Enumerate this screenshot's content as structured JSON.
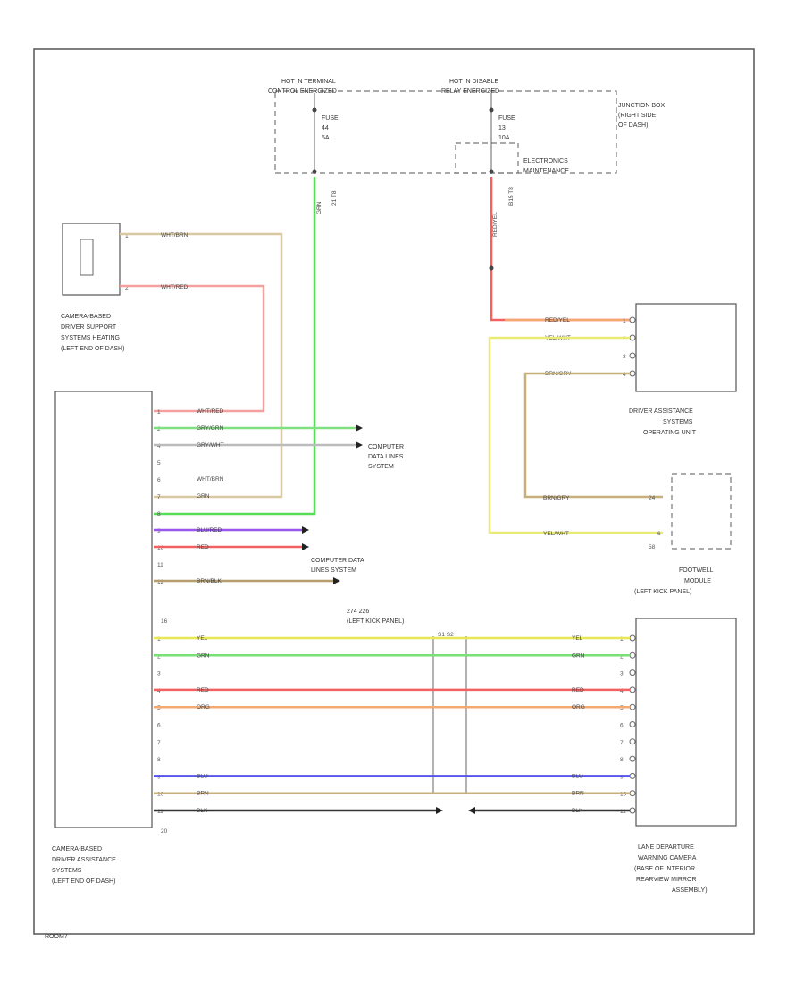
{
  "diagram": {
    "corner_code": "ROOM7",
    "hot_terminal": [
      "HOT IN TERMINAL",
      "CONTROL ENERGIZED"
    ],
    "hot_relay": [
      "HOT IN DISABLE",
      "RELAY ENERGIZED"
    ],
    "fuse_left": [
      "FUSE",
      "44",
      "5A"
    ],
    "fuse_right": [
      "FUSE",
      "13",
      "10A"
    ],
    "junction_box": [
      "JUNCTION BOX",
      "(RIGHT SIDE",
      "OF DASH)"
    ],
    "electronics_box": [
      "ELECTRONICS",
      "MAINTENANCE"
    ],
    "left_drop_label": "GRN",
    "left_drop_pin": "21 T8",
    "right_drop_label": "RED/YEL",
    "right_drop_pin": "B15 T8",
    "heater": {
      "label": [
        "CAMERA-BASED",
        "DRIVER SUPPORT",
        "SYSTEMS HEATING",
        "(LEFT END OF DASH)"
      ],
      "pins": [
        "1",
        "2"
      ],
      "wires": [
        "WHT/BRN",
        "WHT/RED"
      ]
    },
    "camera_module": {
      "label": [
        "CAMERA-BASED",
        "DRIVER ASSISTANCE",
        "SYSTEMS",
        "(LEFT END OF DASH)"
      ],
      "connector_bottom": "20",
      "connector_mid": "16"
    },
    "left_pins": [
      {
        "pin": "1",
        "wire": "WHT/RED",
        "color": "#f08080"
      },
      {
        "pin": "2",
        "wire": "GRY/GRN",
        "color": "#7ee07e"
      },
      {
        "pin": "4",
        "wire": "GRY/WHT",
        "color": "#bbbbbb"
      },
      {
        "pin": "5",
        "wire": "",
        "color": ""
      },
      {
        "pin": "6",
        "wire": "WHT/BRN",
        "color": "#d9c9a3"
      },
      {
        "pin": "7",
        "wire": "GRN",
        "color": "#55dd55"
      },
      {
        "pin": "8",
        "wire": "",
        "color": ""
      },
      {
        "pin": "9",
        "wire": "BLU/RED",
        "color": "#9955ee"
      },
      {
        "pin": "10",
        "wire": "RED",
        "color": "#f26060"
      },
      {
        "pin": "11",
        "wire": "",
        "color": ""
      },
      {
        "pin": "12",
        "wire": "BRN/BLK",
        "color": "#b59d6e"
      }
    ],
    "data_lines_1": [
      "COMPUTER",
      "DATA LINES",
      "SYSTEM"
    ],
    "data_lines_2": [
      "COMPUTER DATA",
      "LINES SYSTEM"
    ],
    "ground": [
      "274 226",
      "(LEFT KICK PANEL)"
    ],
    "lower_wires": [
      {
        "pin_l": "1",
        "pin_r": "1",
        "wire": "YEL",
        "color": "#e8e855"
      },
      {
        "pin_l": "2",
        "pin_r": "2",
        "wire": "GRN",
        "color": "#77e077"
      },
      {
        "pin_l": "3",
        "pin_r": "3",
        "wire": "",
        "color": ""
      },
      {
        "pin_l": "4",
        "pin_r": "4",
        "wire": "RED",
        "color": "#f26060"
      },
      {
        "pin_l": "5",
        "pin_r": "5",
        "wire": "ORG",
        "color": "#f5a870"
      },
      {
        "pin_l": "6",
        "pin_r": "6",
        "wire": "",
        "color": ""
      },
      {
        "pin_l": "7",
        "pin_r": "7",
        "wire": "",
        "color": ""
      },
      {
        "pin_l": "8",
        "pin_r": "8",
        "wire": "",
        "color": ""
      },
      {
        "pin_l": "9",
        "pin_r": "9",
        "wire": "BLU",
        "color": "#5555ee"
      },
      {
        "pin_l": "10",
        "pin_r": "10",
        "wire": "BRN",
        "color": "#c8b07a"
      },
      {
        "pin_l": "11",
        "pin_r": "11",
        "wire": "BLK",
        "color": "#333333"
      }
    ],
    "operating_unit": {
      "label": [
        "DRIVER ASSISTANCE",
        "SYSTEMS",
        "OPERATING UNIT"
      ],
      "pins": [
        "1",
        "2",
        "3",
        "4"
      ],
      "wires": [
        "RED/YEL",
        "YEL/WHT",
        "",
        "BRN/GRY"
      ]
    },
    "footwell": {
      "label": [
        "FOOTWELL",
        "MODULE",
        "(LEFT KICK PANEL)"
      ],
      "pins": [
        "24",
        "6"
      ],
      "wires": [
        "BRN/GRY",
        "YEL/WHT"
      ],
      "connector": "58"
    },
    "lane_camera": {
      "label": [
        "LANE DEPARTURE",
        "WARNING CAMERA",
        "(BASE OF INTERIOR",
        "REARVIEW MIRROR",
        "ASSEMBLY)"
      ]
    },
    "splice_label": "S1 S2"
  }
}
